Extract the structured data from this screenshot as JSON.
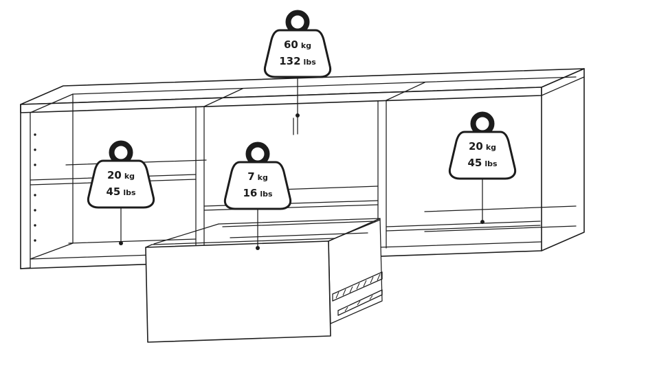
{
  "colors": {
    "line": "#1c1c1c",
    "background": "#ffffff"
  },
  "units": {
    "kg": "kg",
    "lbs": "lbs"
  },
  "weights": [
    {
      "id": "top-surface",
      "kg": "60",
      "lbs": "132"
    },
    {
      "id": "left-shelf",
      "kg": "20",
      "lbs": "45"
    },
    {
      "id": "drawer",
      "kg": "7",
      "lbs": "16"
    },
    {
      "id": "right-shelf",
      "kg": "20",
      "lbs": "45"
    }
  ]
}
